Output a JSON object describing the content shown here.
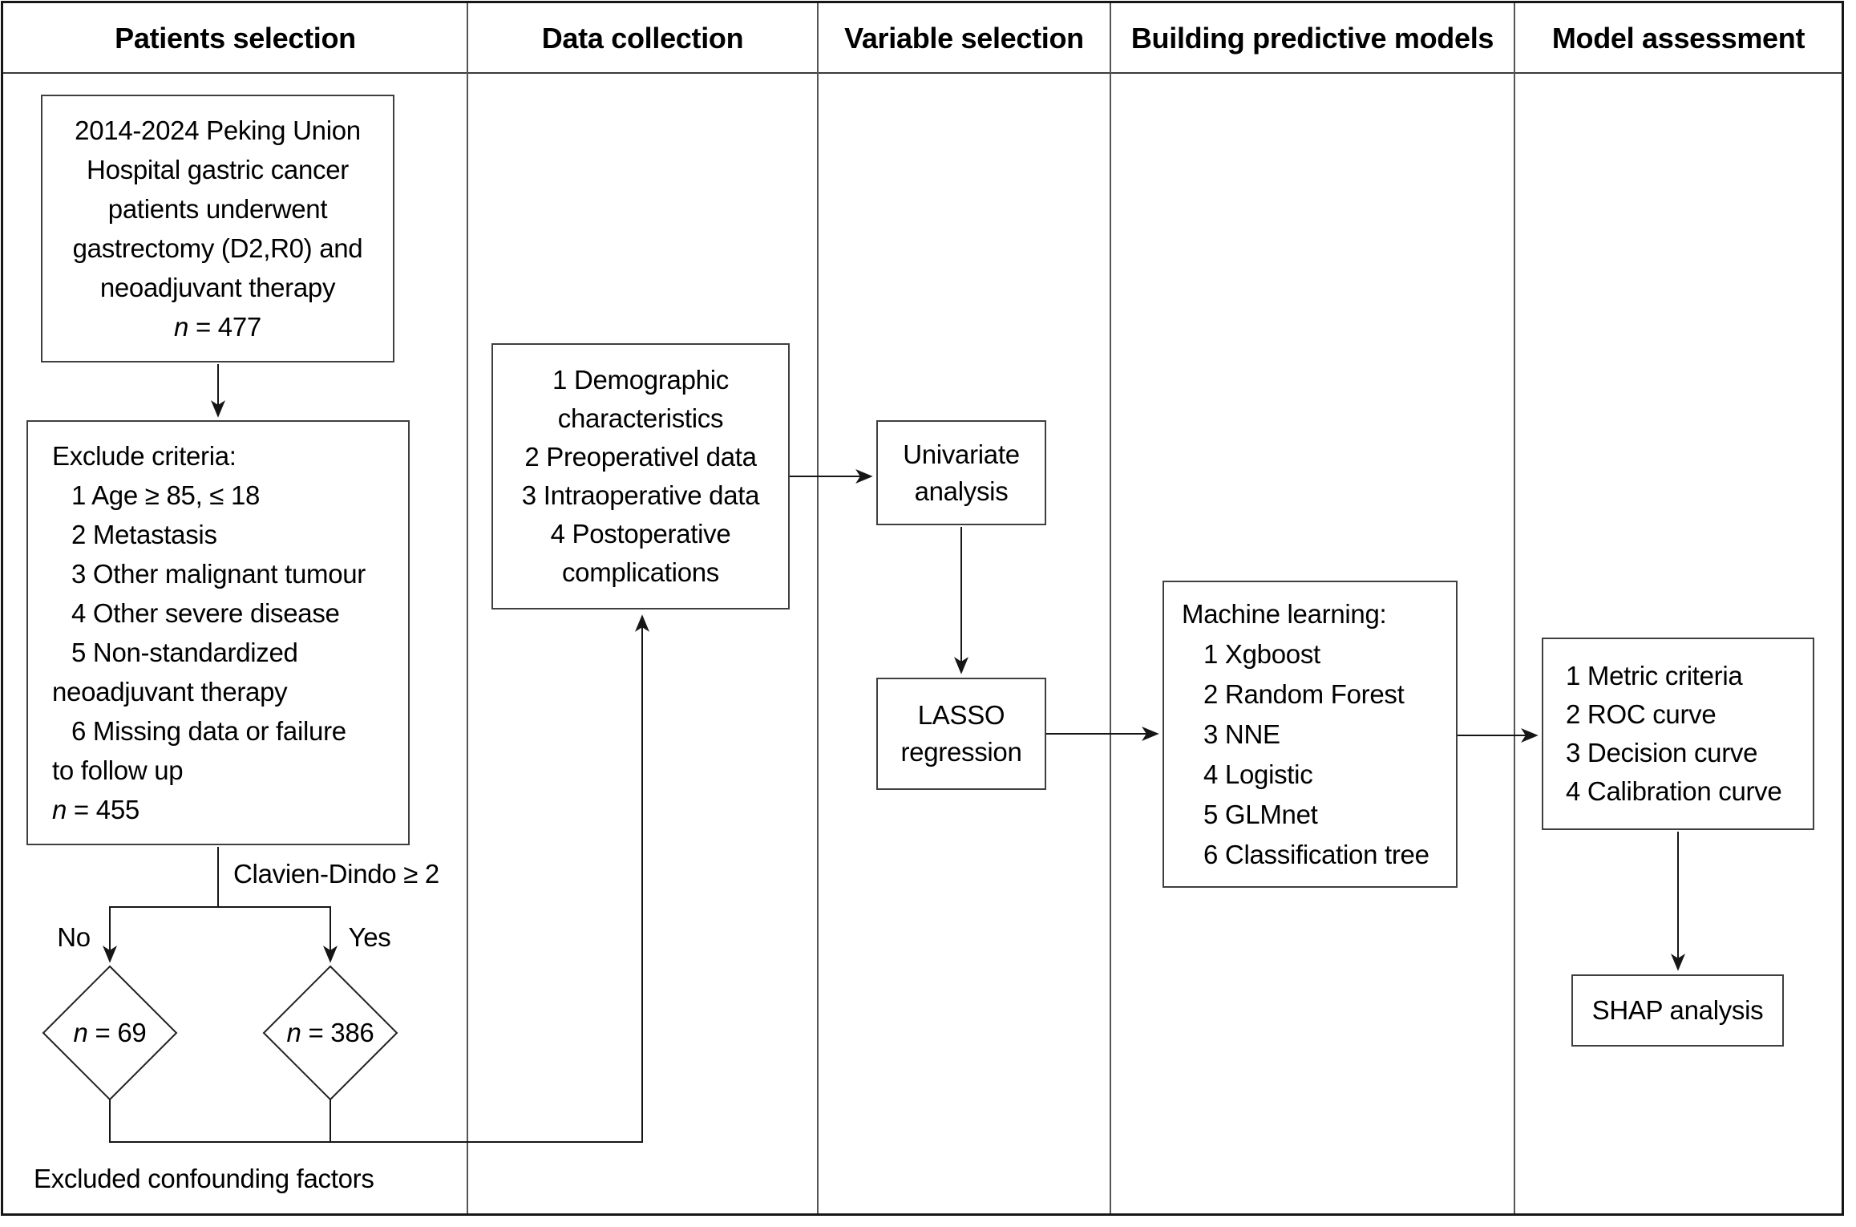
{
  "header": {
    "columns": [
      "Patients selection",
      "Data collection",
      "Variable selection",
      "Building predictive models",
      "Model assessment"
    ]
  },
  "patients": {
    "cohort": {
      "lines": [
        "2014-2024 Peking Union",
        "Hospital gastric cancer",
        "patients underwent",
        "gastrectomy (D2,R0) and",
        "neoadjuvant therapy",
        "n = 477"
      ]
    },
    "exclude": {
      "lines": [
        "Exclude criteria:",
        "1 Age ≥ 85, ≤ 18",
        "2 Metastasis",
        "3 Other malignant tumour",
        "4 Other severe disease",
        "5 Non-standardized",
        "neoadjuvant therapy",
        "6 Missing data or failure",
        "to follow up",
        "n = 455"
      ]
    },
    "branch_label": "Clavien-Dindo ≥ 2",
    "no_label": "No",
    "yes_label": "Yes",
    "diamond_no": "n = 69",
    "diamond_yes": "n = 386",
    "footnote": "Excluded confounding factors"
  },
  "data_collection": {
    "box": {
      "lines": [
        "1 Demographic",
        "characteristics",
        "2 Preoperativel data",
        "3 Intraoperative data",
        "4 Postoperative",
        "complications"
      ]
    }
  },
  "variable_selection": {
    "univariate": {
      "lines": [
        "Univariate",
        "analysis"
      ]
    },
    "lasso": {
      "lines": [
        "LASSO",
        "regression"
      ]
    }
  },
  "models": {
    "machine_learning": {
      "lines": [
        "Machine learning:",
        "1 Xgboost",
        "2 Random Forest",
        "3 NNE",
        "4 Logistic",
        "5 GLMnet",
        "6 Classification tree"
      ]
    }
  },
  "assessment": {
    "metrics": {
      "lines": [
        "1 Metric criteria",
        "2 ROC curve",
        "3 Decision curve",
        "4 Calibration curve"
      ]
    },
    "shap": {
      "label": "SHAP analysis"
    }
  },
  "colors": {
    "text": "#000000",
    "line": "#161616",
    "box_border": "#3f3f3f",
    "divider": "#555555",
    "background": "#ffffff"
  }
}
